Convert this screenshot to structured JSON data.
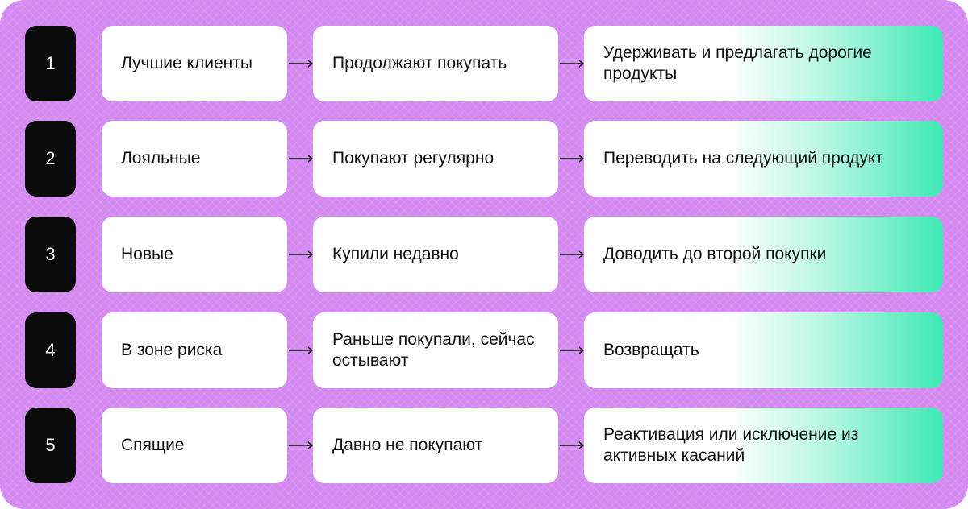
{
  "rows": [
    {
      "number": "1",
      "segment": "Лучшие клиенты",
      "behavior": "Продолжают покупать",
      "action": "Удерживать и предлагать дорогие продукты"
    },
    {
      "number": "2",
      "segment": "Лояльные",
      "behavior": "Покупают регулярно",
      "action": "Переводить на следующий продукт"
    },
    {
      "number": "3",
      "segment": "Новые",
      "behavior": "Купили недавно",
      "action": "Доводить до второй покупки"
    },
    {
      "number": "4",
      "segment": "В зоне риска",
      "behavior": "Раньше покупали, сейчас остывают",
      "action": "Возвращать"
    },
    {
      "number": "5",
      "segment": "Спящие",
      "behavior": "Давно не покупают",
      "action": "Реактивация или исключение из активных касаний"
    }
  ],
  "colors": {
    "background": "#d48af0",
    "number_tile": "#0b0b0b",
    "card": "#ffffff",
    "action_gradient_end": "#3ee9b4"
  }
}
